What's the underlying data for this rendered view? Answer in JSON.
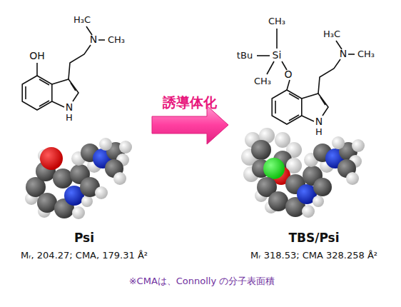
{
  "diagram": {
    "labels": [
      "H₃C",
      "N",
      "CH₃",
      "OH",
      "N",
      "H",
      "CH₃",
      "tBu",
      "Si",
      "CH₃",
      "O",
      "H₃C",
      "N",
      "CH₃",
      "N",
      "H",
      "誘導体化",
      "Psi",
      "Mᵣ, 204.27; CMA, 179.31 Å²",
      "TBS/Psi",
      "Mᵣ 318.53; CMA 328.258 Å²",
      "※CMAは、Connolly の分子表面積"
    ]
  }
}
